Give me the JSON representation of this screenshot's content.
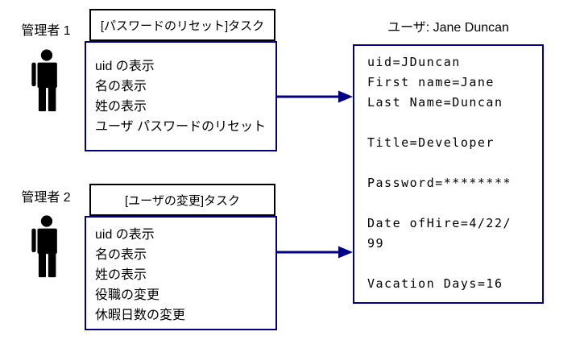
{
  "diagram": {
    "admins": [
      {
        "label": "管理者 1",
        "icon": "admin-person-icon",
        "task": {
          "title": "[パスワードのリセット]タスク",
          "items": [
            "uid の表示",
            "名の表示",
            "姓の表示",
            "ユーザ パスワードのリセット"
          ]
        }
      },
      {
        "label": "管理者 2",
        "icon": "admin-person-icon",
        "task": {
          "title": "[ユーザの変更]タスク",
          "items": [
            "uid の表示",
            "名の表示",
            "姓の表示",
            "役職の変更",
            "休暇日数の変更"
          ]
        }
      }
    ],
    "user": {
      "title": "ユーザ: Jane Duncan",
      "lines": [
        "uid=JDuncan",
        "First name=Jane",
        "Last Name=Duncan",
        "",
        "Title=Developer",
        "",
        "Password=********",
        "",
        "Date ofHire=4/22/",
        "99",
        "",
        "Vacation Days=16"
      ]
    },
    "arrows": [
      {
        "name": "task1-to-user-arrow"
      },
      {
        "name": "task2-to-user-arrow"
      }
    ],
    "colors": {
      "background": "#ffffff",
      "text": "#000000",
      "task_header_border": "#000000",
      "box_border_navy": "#000080",
      "arrow_navy": "#000080",
      "icon_black": "#000000"
    }
  }
}
